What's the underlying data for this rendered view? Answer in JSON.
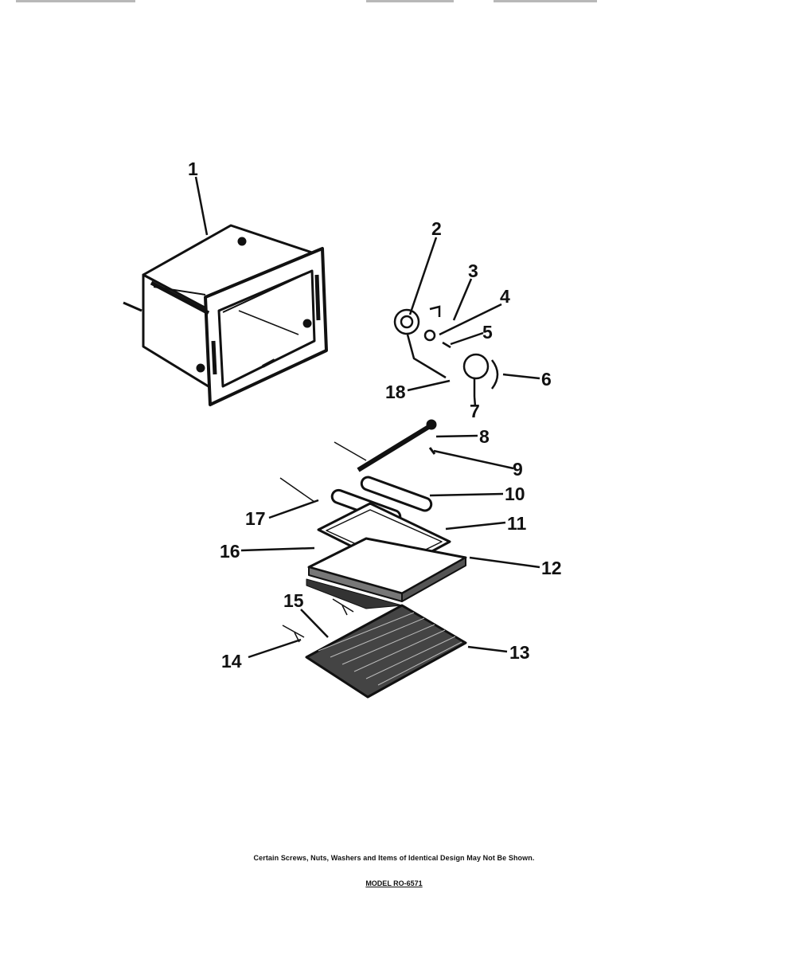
{
  "parts": [
    {
      "number": "1"
    },
    {
      "number": "2"
    },
    {
      "number": "3"
    },
    {
      "number": "4"
    },
    {
      "number": "5"
    },
    {
      "number": "6"
    },
    {
      "number": "7"
    },
    {
      "number": "8"
    },
    {
      "number": "9"
    },
    {
      "number": "10"
    },
    {
      "number": "11"
    },
    {
      "number": "12"
    },
    {
      "number": "13"
    },
    {
      "number": "14"
    },
    {
      "number": "15"
    },
    {
      "number": "16"
    },
    {
      "number": "17"
    },
    {
      "number": "18"
    }
  ],
  "footnote": "Certain Screws, Nuts, Washers and Items of Identical Design May Not Be Shown.",
  "model": "MODEL RO-6571"
}
